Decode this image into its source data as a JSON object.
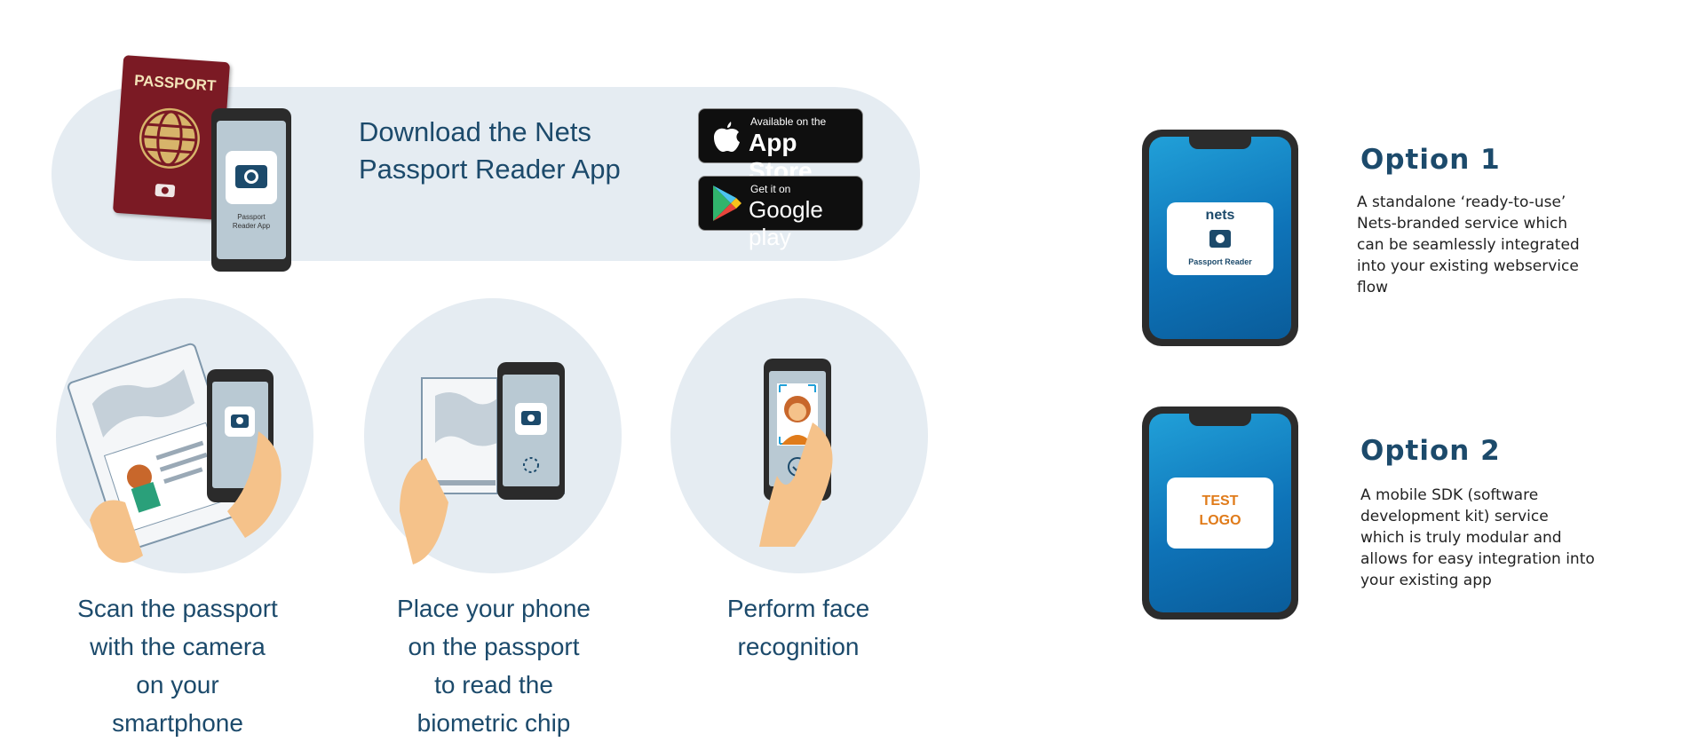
{
  "banner": {
    "passport_label": "PASSPORT",
    "app_icon_caption_line1": "Passport",
    "app_icon_caption_line2": "Reader App",
    "title_line1": "Download the Nets",
    "title_line2": "Passport Reader App",
    "appstore_small": "Available on the",
    "appstore_big": "App Store",
    "googleplay_small": "Get it on",
    "googleplay_big": "Google play"
  },
  "steps": [
    {
      "lines": [
        "Scan the passport",
        "with the camera",
        "on your",
        "smartphone"
      ]
    },
    {
      "lines": [
        "Place your phone",
        "on the passport",
        "to read the",
        "biometric chip"
      ]
    },
    {
      "lines": [
        "Perform face",
        "recognition"
      ]
    }
  ],
  "options": [
    {
      "title": "Option 1",
      "lines": [
        "A standalone ‘ready-to-use’",
        "Nets-branded service which",
        "can be seamlessly integrated",
        "into your existing webservice",
        "flow"
      ],
      "logo_brand": "nets",
      "logo_caption": "Passport Reader"
    },
    {
      "title": "Option 2",
      "lines": [
        "A mobile SDK (software",
        "development kit) service",
        "which is truly modular and",
        "allows for easy integration into",
        "your existing app"
      ],
      "logo_line1": "TEST",
      "logo_line2": "LOGO"
    }
  ],
  "colors": {
    "heading": "#1c4a6b",
    "bubble": "#e5ecf2",
    "passport": "#7b1a24",
    "phone_screen": "#1a8fd0",
    "test_logo": "#e07b1a"
  }
}
